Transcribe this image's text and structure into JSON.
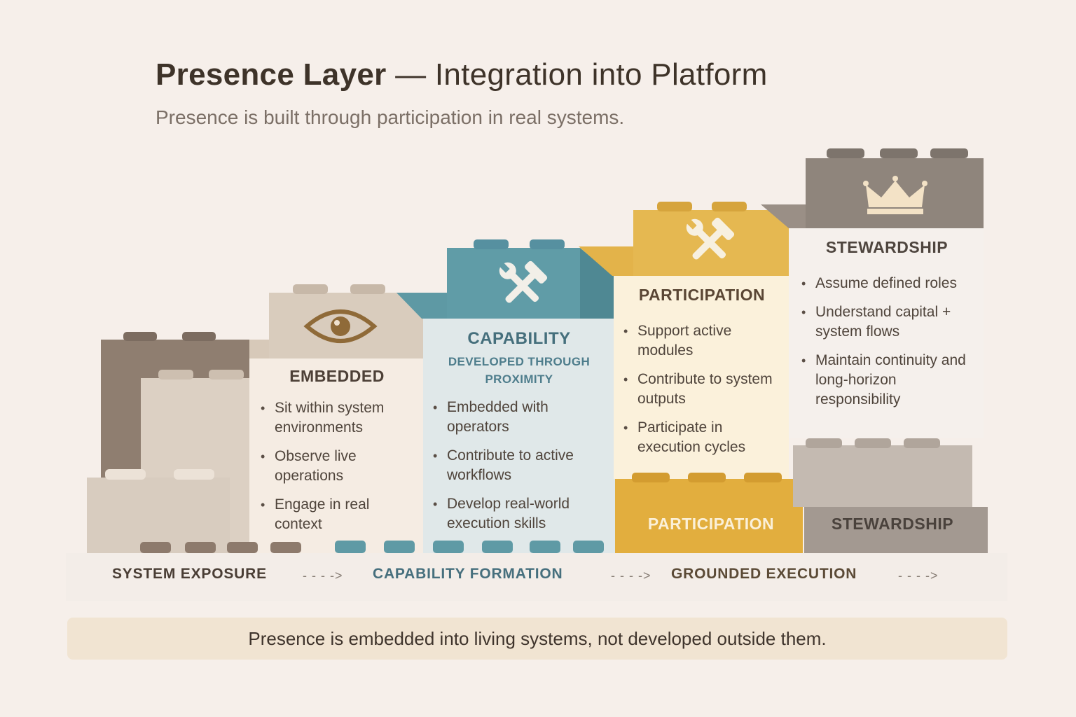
{
  "header": {
    "title_bold": "Presence Layer",
    "title_rest": " — Integration into Platform",
    "subtitle": "Presence is built through participation in real systems."
  },
  "icons": {
    "embedded": "eye-icon",
    "capability": "tools-icon",
    "participation": "tools-icon",
    "stewardship": "crown-icon"
  },
  "panels": {
    "embedded": {
      "title": "EMBEDDED",
      "items": [
        "Sit within system environments",
        "Observe live operations",
        "Engage in real context"
      ]
    },
    "capability": {
      "title": "CAPABILITY",
      "subtitle": "DEVELOPED THROUGH PROXIMITY",
      "items": [
        "Embedded with operators",
        "Contribute to active workflows",
        "Develop real-world execution skills"
      ]
    },
    "participation": {
      "title": "PARTICIPATION",
      "items": [
        "Support active modules",
        "Contribute to system outputs",
        "Participate in execution cycles"
      ]
    },
    "stewardship": {
      "title": "STEWARDSHIP",
      "items": [
        "Assume defined roles",
        "Understand capital + system flows",
        "Maintain continuity and long-horizon responsibility"
      ]
    }
  },
  "base_blocks": {
    "participation": "PARTICIPATION",
    "stewardship": "STEWARDSHIP"
  },
  "progression": {
    "stage1": "SYSTEM EXPOSURE",
    "stage2": "CAPABILITY FORMATION",
    "stage3": "GROUNDED EXECUTION",
    "arrow": "- - - ->"
  },
  "colors": {
    "background": "#f6efea",
    "brown": "#8d7d6f",
    "beige": "#d9cbbb",
    "teal": "#5f9aa5",
    "mustard": "#e4b44a",
    "grey": "#8f857c"
  },
  "footer": {
    "text": "Presence is embedded into living systems, not developed outside them."
  }
}
